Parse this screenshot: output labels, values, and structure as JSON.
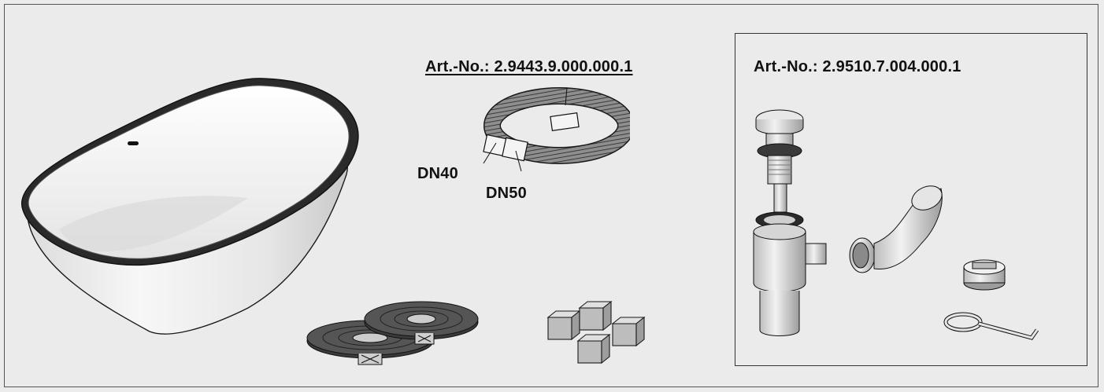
{
  "hose": {
    "article_number": "Art.-No.: 2.9443.9.000.000.1",
    "dn40_label": "DN40",
    "dn50_label": "DN50"
  },
  "siphon": {
    "article_number": "Art.-No.: 2.9510.7.004.000.1"
  },
  "colors": {
    "background": "#ebebeb",
    "line": "#1a1a1a",
    "part_grey": "#9a9a9a"
  }
}
